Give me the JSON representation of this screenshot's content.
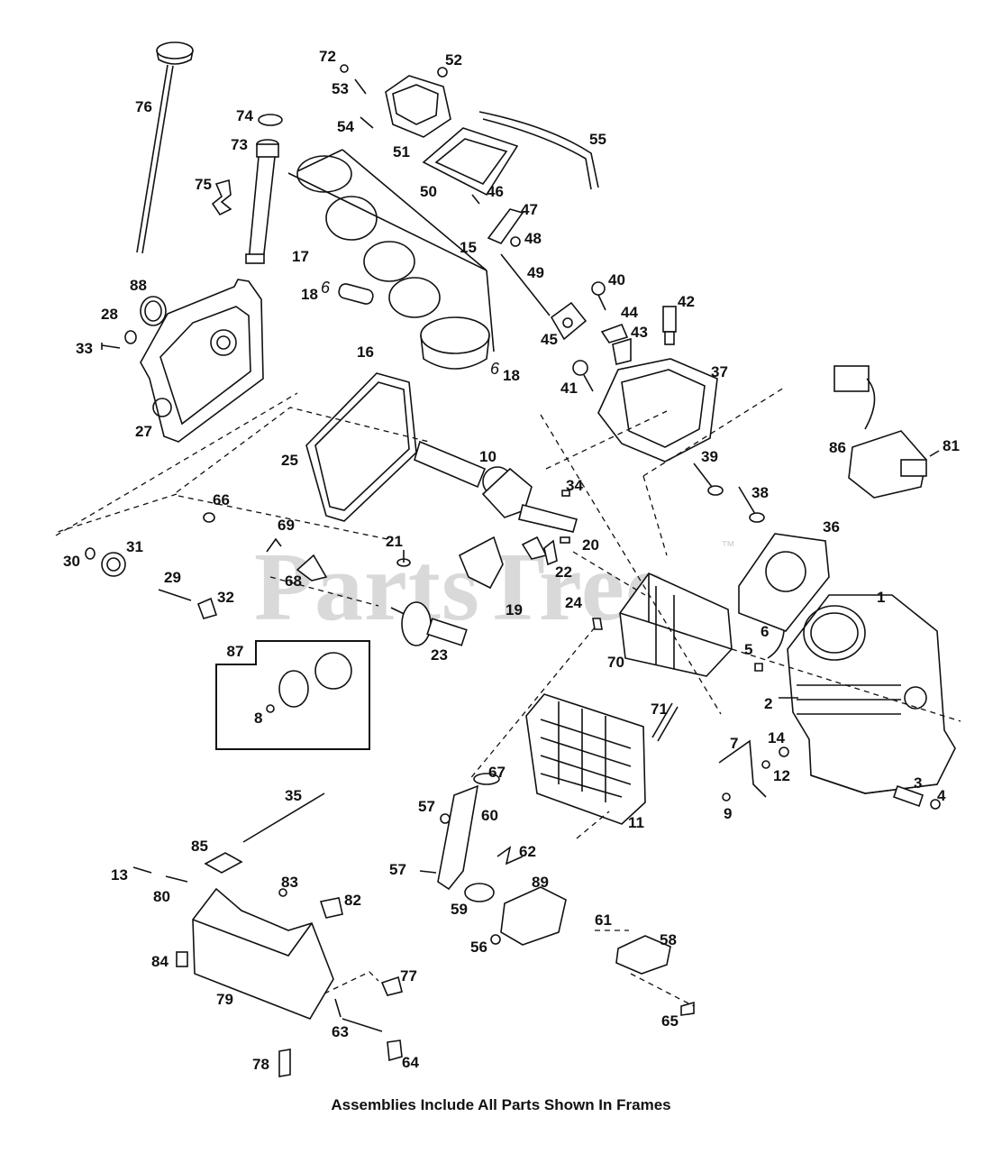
{
  "watermark": "PartsTree",
  "watermark_tm": "™",
  "caption": "Assemblies Include All Parts Shown In Frames",
  "frame_tag": "87",
  "callouts": {
    "c1": "1",
    "c2": "2",
    "c3": "3",
    "c4": "4",
    "c5": "5",
    "c6": "6",
    "c7": "7",
    "c8": "8",
    "c9": "9",
    "c10": "10",
    "c11": "11",
    "c12": "12",
    "c13": "13",
    "c14": "14",
    "c15": "15",
    "c16": "16",
    "c17": "17",
    "c18a": "18",
    "c18b": "18",
    "c19": "19",
    "c20": "20",
    "c21": "21",
    "c22": "22",
    "c23": "23",
    "c24": "24",
    "c25": "25",
    "c27": "27",
    "c28": "28",
    "c29": "29",
    "c30": "30",
    "c31": "31",
    "c32": "32",
    "c33": "33",
    "c34": "34",
    "c35": "35",
    "c36": "36",
    "c37": "37",
    "c38": "38",
    "c39": "39",
    "c40": "40",
    "c41": "41",
    "c42": "42",
    "c43": "43",
    "c44": "44",
    "c45": "45",
    "c46": "46",
    "c47": "47",
    "c48": "48",
    "c49": "49",
    "c50": "50",
    "c51": "51",
    "c52": "52",
    "c53": "53",
    "c54": "54",
    "c55": "55",
    "c56": "56",
    "c57a": "57",
    "c57b": "57",
    "c58": "58",
    "c59": "59",
    "c60": "60",
    "c61": "61",
    "c62": "62",
    "c63": "63",
    "c64": "64",
    "c65": "65",
    "c66": "66",
    "c67": "67",
    "c68": "68",
    "c69": "69",
    "c70": "70",
    "c71": "71",
    "c72": "72",
    "c73": "73",
    "c74": "74",
    "c75": "75",
    "c76": "76",
    "c77": "77",
    "c78": "78",
    "c79": "79",
    "c80": "80",
    "c81": "81",
    "c82": "82",
    "c83": "83",
    "c84": "84",
    "c85": "85",
    "c86": "86",
    "c88": "88",
    "c89": "89"
  },
  "marks": {
    "ring_mark_a": "6",
    "ring_mark_b": "6"
  }
}
